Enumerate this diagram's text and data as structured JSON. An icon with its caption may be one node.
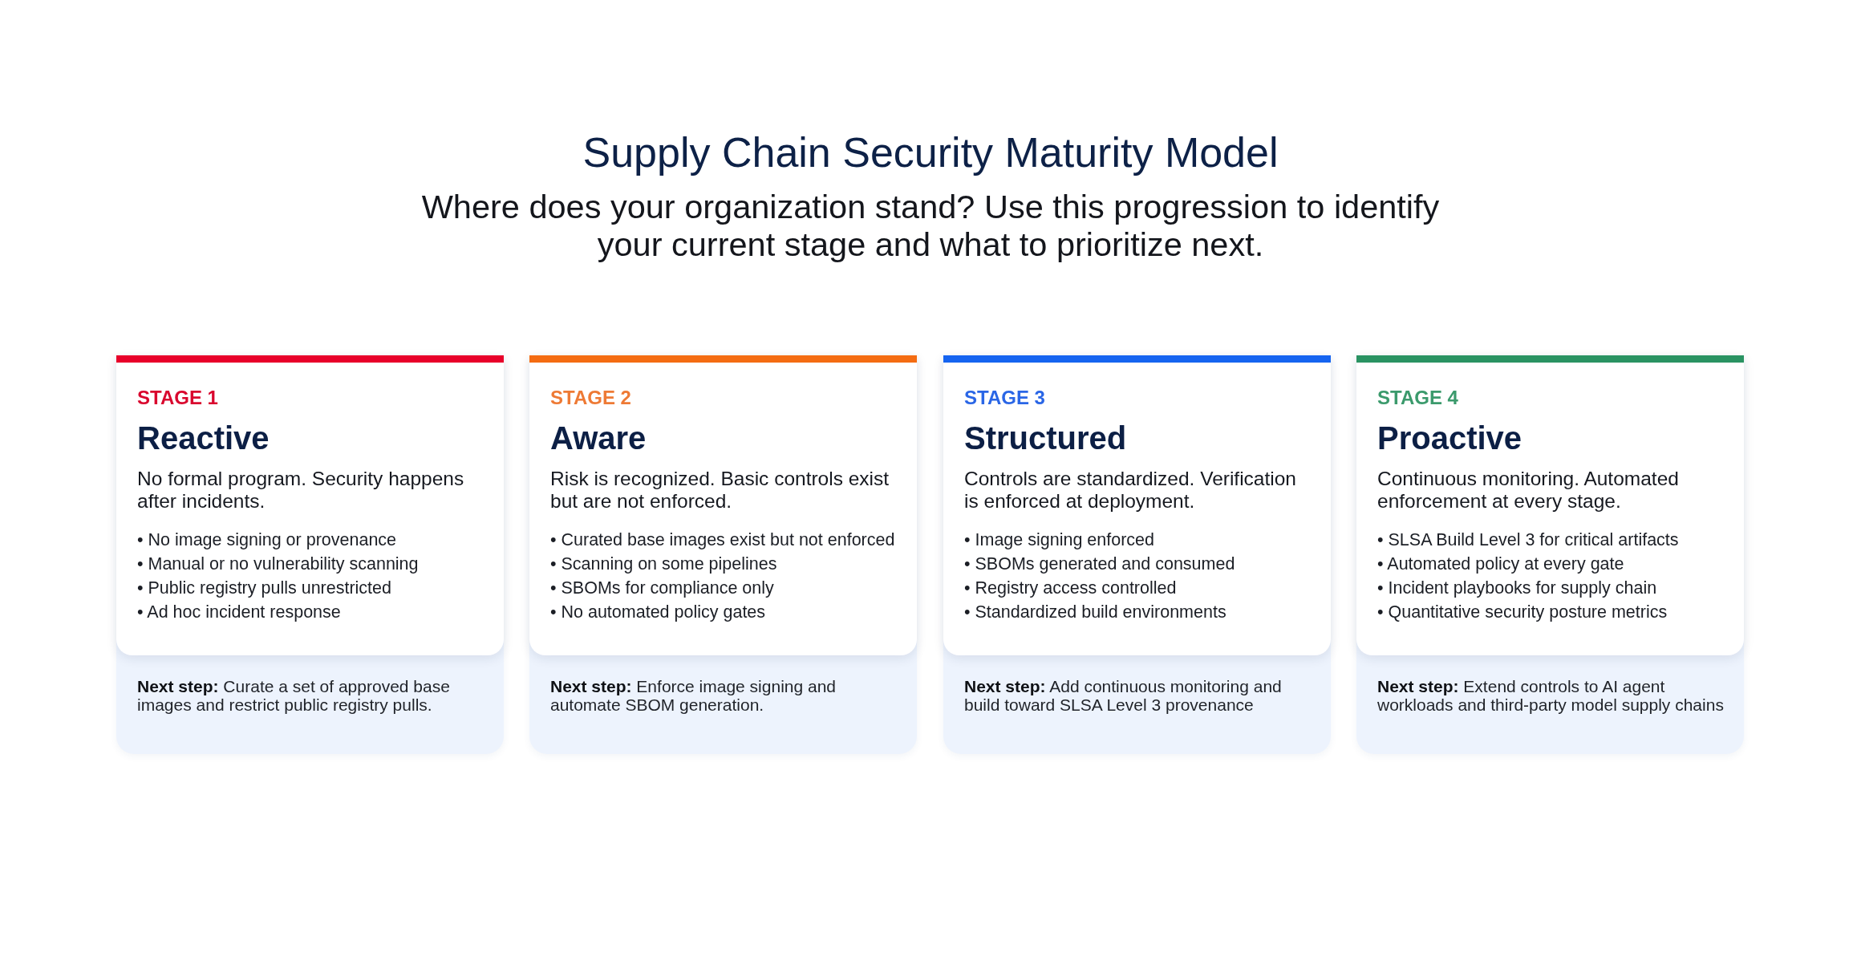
{
  "diagram": {
    "title": "Supply Chain Security Maturity Model",
    "nodes": [
      {
        "text": [
          "**Next step:** Curate a set of approved base images and restrict public registry pulls."
        ]
      },
      {
        "text": [
          "STAGE 1",
          "Reactive",
          "No formal program. Security happens after incidents.",
          "• No image signing or provenance",
          "• Manual or no vulnerability scanning",
          "• Public registry pulls unrestricted",
          "• Ad hoc incident response"
        ],
        "in": 0
      },
      {
        "text": [
          "**Next step:** Enforce image signing and automate SBOM generation."
        ]
      },
      {
        "text": [
          "STAGE 2",
          "Aware",
          "Risk is recognized. Basic controls exist but are not enforced.",
          "• Curated base images exist but not enforced",
          "• Scanning on some pipelines",
          "• SBOMs for compliance only",
          "• No automated policy gates"
        ],
        "in": 2
      },
      {
        "text": [
          "**Next step:** Add continuous monitoring and build toward SLSA Level 3 provenance"
        ]
      },
      {
        "text": [
          "STAGE 3",
          "Structured",
          "Controls are standardized. Verification is enforced at deployment.",
          "• Image signing enforced",
          "• SBOMs generated and consumed",
          "• Registry access controlled",
          "• Standardized build environments"
        ],
        "in": 4
      },
      {
        "text": [
          "**Next step:** Extend controls to AI agent workloads and third-party model supply chains"
        ]
      },
      {
        "text": [
          "STAGE 4",
          "Proactive",
          "Continuous monitoring. Automated enforcement at every stage.",
          "• SLSA Build Level 3 for critical artifacts",
          "• Automated policy at every gate",
          "• Incident playbooks for supply chain",
          "• Quantitative security posture metrics"
        ],
        "in": 6
      }
    ],
    "labels": [
      "Where does your organization stand? Use this progression to identify your current stage and what to prioritize next."
    ]
  }
}
